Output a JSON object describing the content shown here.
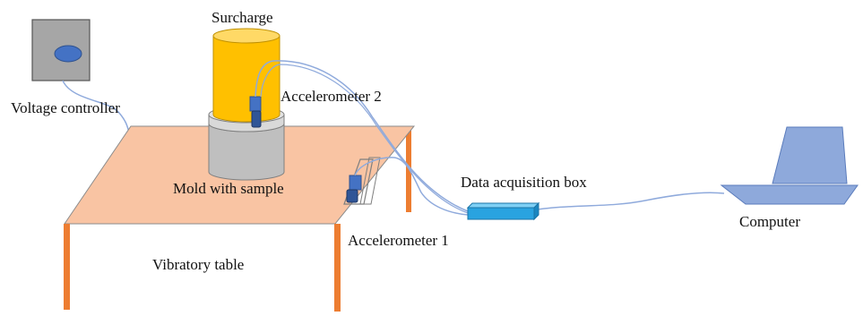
{
  "labels": {
    "surcharge": "Surcharge",
    "accelerometer_2": "Accelerometer 2",
    "voltage_controller": "Voltage controller",
    "mold_with_sample": "Mold with sample",
    "data_acquisition_box": "Data acquisition box",
    "computer": "Computer",
    "accelerometer_1": "Accelerometer 1",
    "vibratory_table": "Vibratory table"
  },
  "colors": {
    "table_top": "#f9c4a3",
    "table_legs": "#ed7d31",
    "surcharge": "#ffc000",
    "mold": "#bfbfbf",
    "sensor": "#4472c4",
    "cable": "#8faadc",
    "daq_box": "#29a3e0",
    "computer": "#8ea9db",
    "controller_body": "#a6a6a6",
    "controller_knob": "#4472c4"
  }
}
